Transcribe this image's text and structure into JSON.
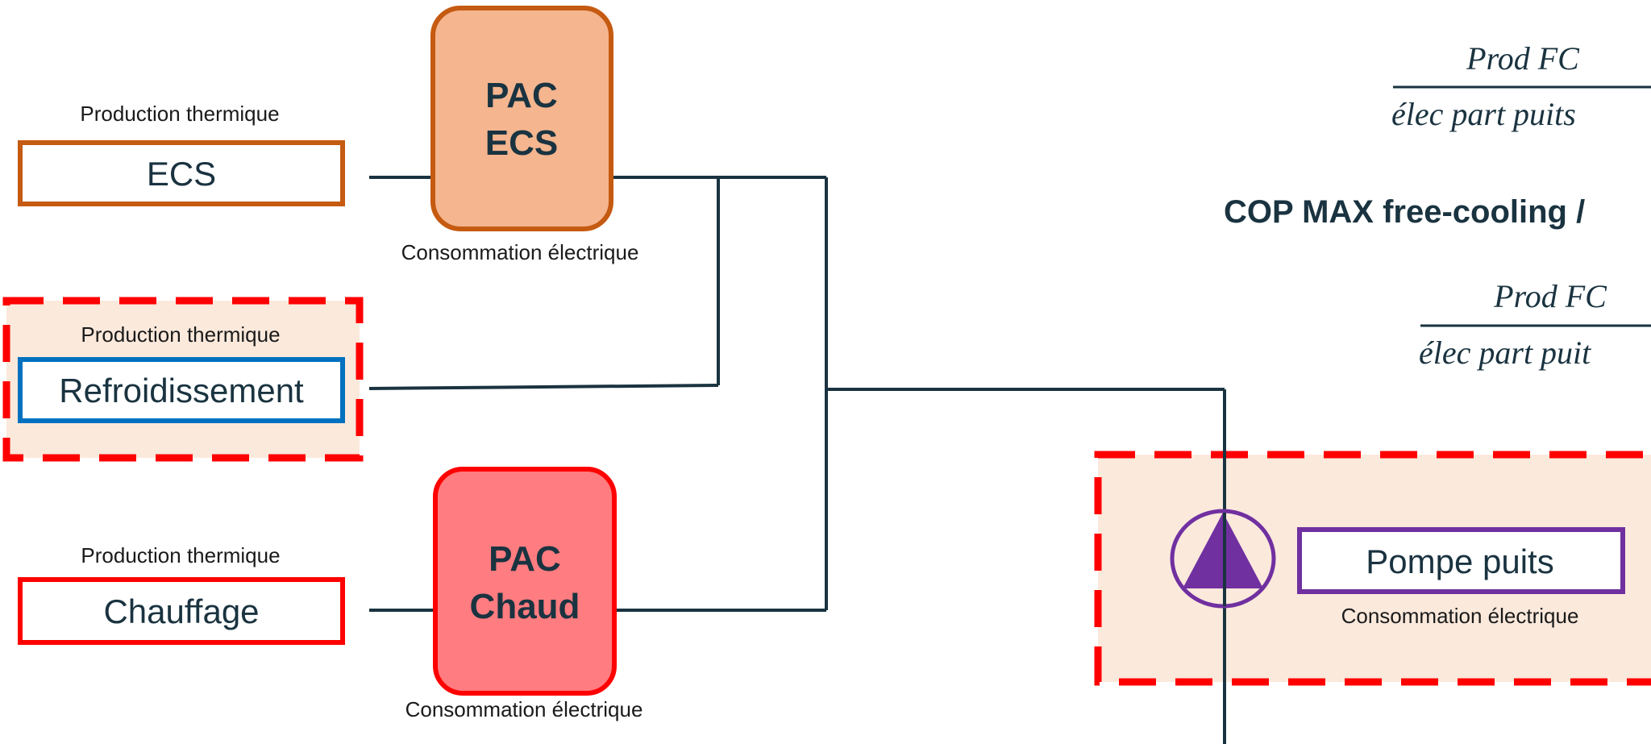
{
  "colors": {
    "line": "#1a3340",
    "ecs_border": "#c55a11",
    "pac_ecs_fill": "#f4b58f",
    "refroid_border": "#0070c0",
    "chauffage_border": "#ff0000",
    "pac_chaud_fill": "#ff7c80",
    "highlight_fill": "#fbe9dc",
    "highlight_dash": "#ff0000",
    "pump_purple": "#7030a0"
  },
  "production_label": "Production thermique",
  "consumption_label": "Consommation électrique",
  "uses": {
    "ecs": "ECS",
    "refroidissement": "Refroidissement",
    "chauffage": "Chauffage"
  },
  "pac_ecs": {
    "line1": "PAC",
    "line2": "ECS"
  },
  "pac_chaud": {
    "line1": "PAC",
    "line2": "Chaud"
  },
  "pump": {
    "label": "Pompe puits",
    "icon": "pump-icon"
  },
  "formula_top": {
    "numerator": "Prod FC",
    "denominator": "élec part puits"
  },
  "cop_title": "COP MAX free-cooling /",
  "formula_mid": {
    "numerator": "Prod FC",
    "denominator": "élec part puit"
  }
}
